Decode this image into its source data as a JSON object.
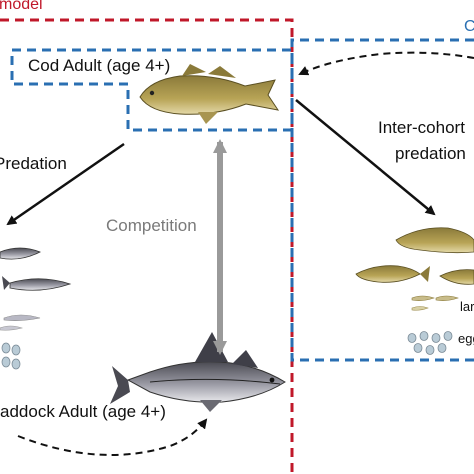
{
  "model_label": "model",
  "cohort_label_fragment": "C",
  "cod_adult_label": "Cod Adult (age 4+)",
  "haddock_adult_label": "addock Adult (age 4+)",
  "predation_label": "Predation",
  "competition_label": "Competition",
  "inter_cohort_label_line1": "Inter-cohort",
  "inter_cohort_label_line2": "predation",
  "larvae_label_fragment": "lar",
  "eggs_label_fragment": "egg",
  "colors": {
    "red_box": "#c0182a",
    "blue_box": "#2a6fb2",
    "competition_arrow": "#9a9a9a",
    "arrow": "#111111"
  }
}
